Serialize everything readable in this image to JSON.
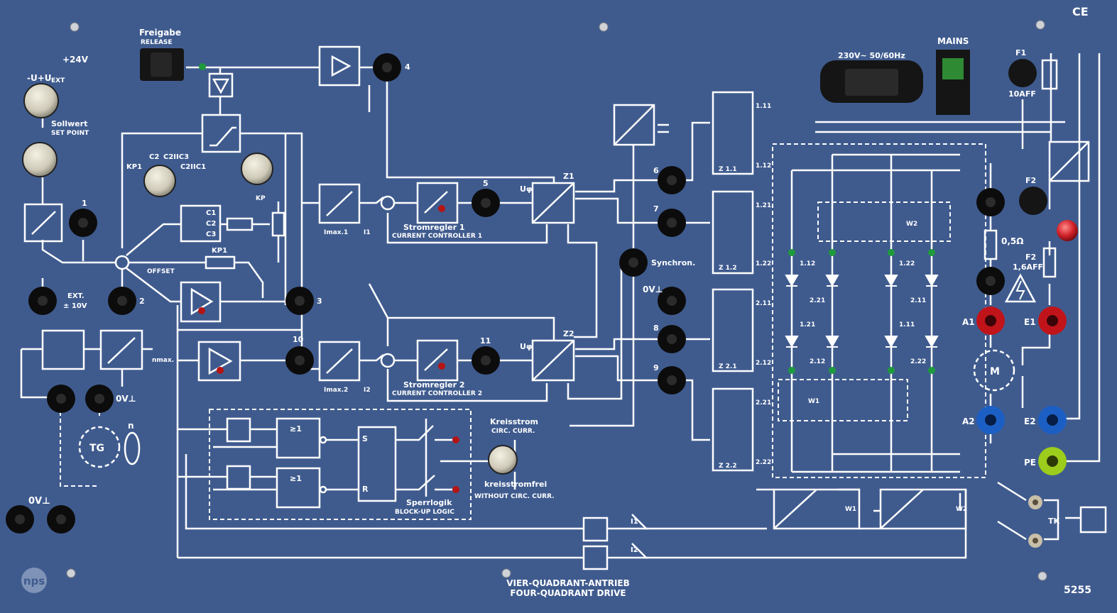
{
  "panel": {
    "title_de": "VIER-QUADRANT-ANTRIEB",
    "title_en": "FOUR-QUADRANT DRIVE",
    "model": "5255",
    "brand": "nps",
    "ce": "CE"
  },
  "labels": {
    "v24": "+24V",
    "freigabe": "Freigabe",
    "release": "RELEASE",
    "uext": "-U+U",
    "ext": "EXT",
    "sollwert": "Sollwert",
    "set_point": "SET POINT",
    "c2": "C2",
    "c2c3": "C2IIC3",
    "kp1": "KP1",
    "c2c1": "C2IIC1",
    "kp": "KP",
    "c1": "C1",
    "c2b": "C2",
    "c3": "C3",
    "kp1b": "KP1",
    "offset": "OFFSET",
    "ext10": "EXT.",
    "pm10": "± 10V",
    "nmax": "nmax.",
    "ov_a": "0V⊥",
    "ov_b": "0V⊥",
    "ov_c": "0V⊥",
    "tg": "TG",
    "n": "n",
    "imax1": "Imax.1",
    "imax2": "Imax.2",
    "i1": "I1",
    "i2": "I2",
    "i1b": "I1",
    "i2b": "I2",
    "strom1": "Stromregler 1",
    "cc1": "CURRENT CONTROLLER 1",
    "strom2": "Stromregler 2",
    "cc2": "CURRENT CONTROLLER 2",
    "uphi1": "Uφ",
    "uphi2": "Uφ",
    "z1": "Z1",
    "z2": "Z2",
    "synchron": "Synchron.",
    "s": "S",
    "r": "R",
    "ge1a": "≥1",
    "ge1b": "≥1",
    "kreisstrom": "Kreisstrom",
    "circ": "CIRC. CURR.",
    "kreisstromfrei": "kreisstromfrei",
    "without": "WITHOUT CIRC. CURR.",
    "sperrlogik": "Sperrlogik",
    "blockup": "BLOCK-UP LOGIC",
    "mains_v": "230V~ 50/60Hz",
    "mains": "MAINS",
    "f1": "F1",
    "f1v": "10AFF",
    "f2a": "F2",
    "f2b": "F2",
    "f2v": "1,6AFF",
    "ohm": "0,5Ω",
    "a1": "A1",
    "a2": "A2",
    "e1": "E1",
    "e2": "E2",
    "pe": "PE",
    "m": "M",
    "tk": "TK",
    "w1": "W1",
    "w2": "W2",
    "w1b": "W1",
    "w2b": "W2",
    "z11": "Z 1.1",
    "z12": "Z 1.2",
    "z21": "Z 2.1",
    "z22": "Z 2.2",
    "t111": "1.11",
    "t112": "1.12",
    "t121": "1.21",
    "t122": "1.22",
    "t211": "2.11",
    "t212": "2.12",
    "t221": "2.21",
    "t222": "2.22",
    "th112": "1.12",
    "th221": "2.21",
    "th122": "1.22",
    "th211": "2.11",
    "th121": "1.21",
    "th212": "2.12",
    "th111": "1.11",
    "th222": "2.22"
  },
  "sockets": {
    "s1": "1",
    "s2": "2",
    "s3": "3",
    "s4": "4",
    "s5": "5",
    "s6": "6",
    "s7": "7",
    "s8": "8",
    "s9": "9",
    "s10": "10",
    "s11": "11"
  },
  "colors": {
    "panel": "#3f5b8e",
    "line": "#ffffff",
    "socket_black": "#0c0c0c",
    "socket_red": "#c0141a",
    "socket_blue": "#1c5fc4",
    "socket_green": "#9ccc1c",
    "led_red": "#b41414",
    "led_green": "#1e9a3c"
  }
}
